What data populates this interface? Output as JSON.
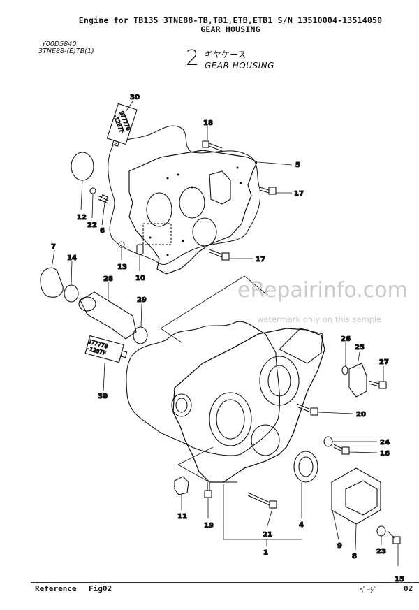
{
  "header": {
    "line1": "Engine for TB135  3TNE88-TB,TB1,ETB,ETB1  S/N 13510004-13514050",
    "line2": "GEAR HOUSING"
  },
  "meta": {
    "code1": "Y00D5840",
    "code2": "3TNE88-(E)TB(1)"
  },
  "section": {
    "number": "2",
    "name_jp": "ギヤケース",
    "name_en": "GEAR HOUSING"
  },
  "watermark": {
    "main": "eRepairinfo.com",
    "sub": "watermark only on this sample"
  },
  "tube_text": {
    "top": "977770",
    "bottom": "-1207F"
  },
  "callouts": {
    "c30a": "30",
    "c18": "18",
    "c5": "5",
    "c17a": "17",
    "c12": "12",
    "c22": "22",
    "c6": "6",
    "c13": "13",
    "c10": "10",
    "c17b": "17",
    "c7": "7",
    "c14": "14",
    "c28": "28",
    "c29": "29",
    "c26": "26",
    "c25": "25",
    "c27": "27",
    "c30b": "30",
    "c20": "20",
    "c24": "24",
    "c16": "16",
    "c11": "11",
    "c19": "19",
    "c21": "21",
    "c4": "4",
    "c9": "9",
    "c8": "8",
    "c1": "1",
    "c23": "23",
    "c15": "15"
  },
  "footer": {
    "reference": "Reference",
    "fig": "Fig02",
    "page_label": "ﾍﾟｰｼﾞ",
    "page": "02"
  }
}
